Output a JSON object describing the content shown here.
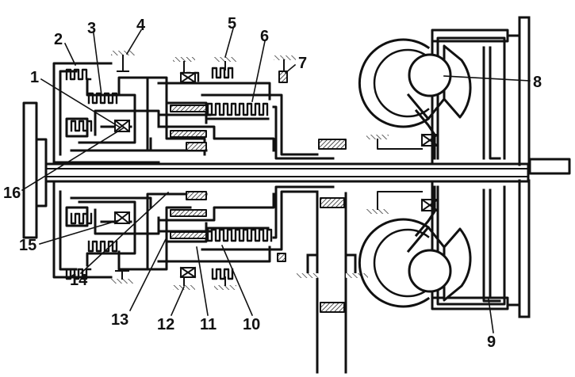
{
  "diagram": {
    "colors": {
      "line": "#111111",
      "background": "#ffffff",
      "hatch": "#333333"
    },
    "callouts": [
      {
        "id": "1",
        "label": "1"
      },
      {
        "id": "2",
        "label": "2"
      },
      {
        "id": "3",
        "label": "3"
      },
      {
        "id": "4",
        "label": "4"
      },
      {
        "id": "5",
        "label": "5"
      },
      {
        "id": "6",
        "label": "6"
      },
      {
        "id": "7",
        "label": "7"
      },
      {
        "id": "8",
        "label": "8"
      },
      {
        "id": "9",
        "label": "9"
      },
      {
        "id": "10",
        "label": "10"
      },
      {
        "id": "11",
        "label": "11"
      },
      {
        "id": "12",
        "label": "12"
      },
      {
        "id": "13",
        "label": "13"
      },
      {
        "id": "14",
        "label": "14"
      },
      {
        "id": "15",
        "label": "15"
      },
      {
        "id": "16",
        "label": "16"
      }
    ]
  }
}
